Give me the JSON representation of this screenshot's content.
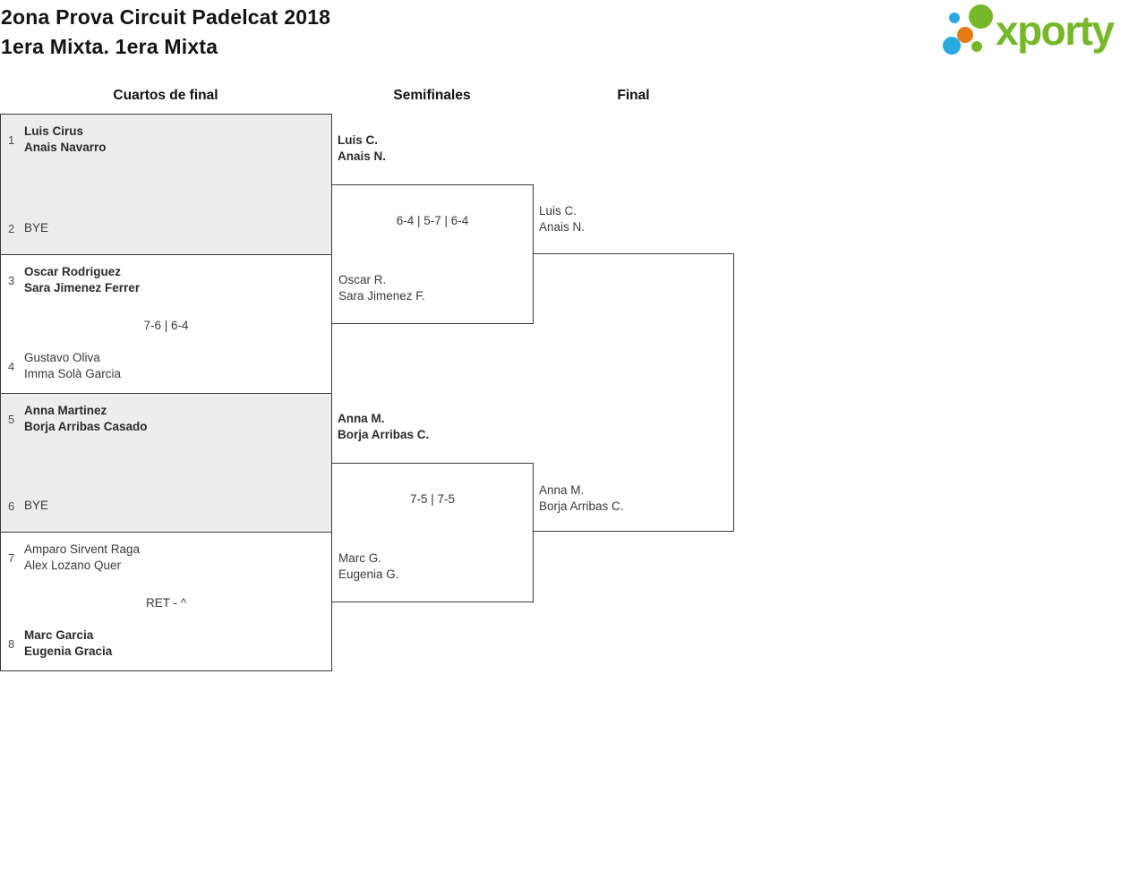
{
  "header": {
    "title_line1": "2ona Prova Circuit Padelcat 2018",
    "title_line2": "1era Mixta. 1era Mixta",
    "logo_text": "xporty"
  },
  "colors": {
    "logo_green": "#76b829",
    "logo_blue": "#2aa9e0",
    "logo_orange": "#e87a14",
    "block_gray": "#ededed",
    "line_color": "#3a3a3a"
  },
  "rounds": [
    {
      "label": "Cuartos de final"
    },
    {
      "label": "Semifinales"
    },
    {
      "label": "Final"
    }
  ],
  "bracket": {
    "quarterfinals": [
      {
        "seed_top": "1",
        "team_top": [
          "Luis Cirus",
          "Anais Navarro"
        ],
        "score": "",
        "seed_bottom": "2",
        "team_bottom": [
          "BYE"
        ]
      },
      {
        "seed_top": "3",
        "team_top": [
          "Oscar Rodriguez",
          "Sara Jimenez Ferrer"
        ],
        "score": "7-6 | 6-4",
        "seed_bottom": "4",
        "team_bottom": [
          "Gustavo Oliva",
          "Imma Solà Garcia"
        ]
      },
      {
        "seed_top": "5",
        "team_top": [
          "Anna Martinez",
          "Borja Arribas Casado"
        ],
        "score": "",
        "seed_bottom": "6",
        "team_bottom": [
          "BYE"
        ]
      },
      {
        "seed_top": "7",
        "team_top": [
          "Amparo Sirvent Raga",
          "Alex Lozano Quer"
        ],
        "score": "RET - ^",
        "seed_bottom": "8",
        "team_bottom": [
          "Marc Garcia",
          "Eugenia Gracia"
        ]
      }
    ],
    "semifinals": [
      {
        "team_top": [
          "Luis C.",
          "Anais N."
        ],
        "score": "6-4 | 5-7 | 6-4",
        "team_bottom": [
          "Oscar R.",
          "Sara Jimenez F."
        ]
      },
      {
        "team_top": [
          "Anna M.",
          "Borja Arribas C."
        ],
        "score": "7-5 | 7-5",
        "team_bottom": [
          "Marc G.",
          "Eugenia G."
        ]
      }
    ],
    "final": {
      "team_top": [
        "Luis C.",
        "Anais N."
      ],
      "team_bottom": [
        "Anna M.",
        "Borja Arribas C."
      ]
    }
  }
}
